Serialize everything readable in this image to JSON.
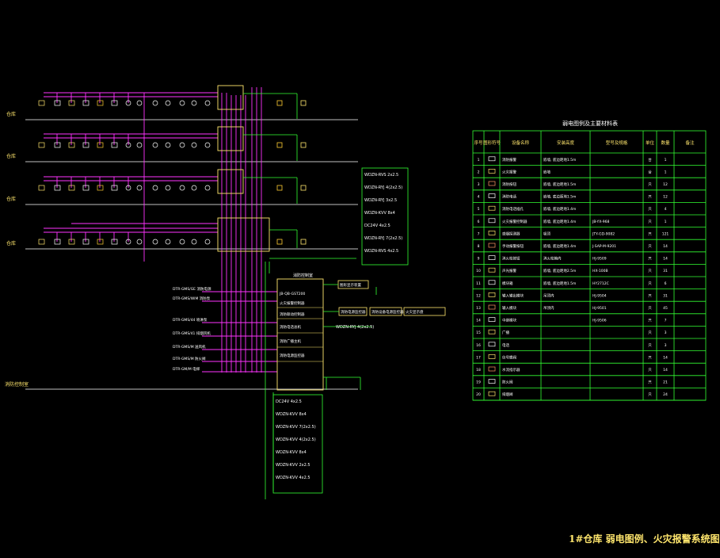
{
  "drawing_title": "1#仓库 弱电图例、火灾报警系统图",
  "floors": [
    "仓库",
    "仓库",
    "仓库",
    "仓库"
  ],
  "fire_control_room": "消防控制室",
  "cable_labels_top": [
    "WDZN-RVS 2x2.5",
    "WDZN-RYJ 4(2x2.5)",
    "WDZN-RYJ 3x2.5",
    "WDZN-KVV 8x4",
    "DC24V 4x2.5",
    "WDZN-RYJ 7(2x2.5)",
    "WDZN-RVS 4x2.5"
  ],
  "cable_labels_bottom": [
    "DC24V 4x2.5",
    "WDZN-KVV 8x4",
    "WDZN-KVV 7(2x2.5)",
    "WDZN-KVV 4(2x2.5)",
    "WDZN-KVV 8x4",
    "WDZN-KVV 2x2.5",
    "WDZN-KVV 4x2.5"
  ],
  "left_labels": [
    "DTR-GMS/GE 消防电源",
    "DTR-GMS/WIM 消防泵",
    "DTR-GMS/44 喷淋泵",
    "DTR-GMS/41 排烟风机",
    "DTR-GMS/M 送风机",
    "DTR-GMS/M 防火阀",
    "DTR-GM/M 电梯"
  ],
  "center_panel_rows": [
    "JB-QB-GST200",
    "火灾报警控制器",
    "消防联动控制器",
    "消防电话总机",
    "消防广播主机",
    "消防电源监控器"
  ],
  "right_boxes": [
    "图形显示装置",
    "消防电源监控器",
    "消防设备电源监控器",
    "火灾显示盘"
  ],
  "table": {
    "title": "弱电图例及主要材料表",
    "headers": [
      "序号",
      "图形符号",
      "设备名称",
      "安装高度",
      "型号及规格",
      "单位",
      "数量",
      "备注"
    ],
    "rows": [
      [
        "1",
        "",
        "消防报警",
        "嵌墙, 底边距地1.5m",
        "",
        "台",
        "1",
        ""
      ],
      [
        "2",
        "",
        "火灾报警",
        "嵌墙",
        "",
        "台",
        "1",
        ""
      ],
      [
        "3",
        "",
        "消防按钮",
        "嵌墙, 底边距地1.5m",
        "",
        "只",
        "12",
        ""
      ],
      [
        "4",
        "",
        "消防电话",
        "嵌墙, 底边距地1.5m",
        "",
        "只",
        "12",
        ""
      ],
      [
        "5",
        "",
        "消防电话插孔",
        "嵌墙, 底边距地1.4m",
        "",
        "只",
        "4",
        ""
      ],
      [
        "6",
        "",
        "火灾报警控制器",
        "嵌墙, 底边距地1.4m",
        "JB-YX-968",
        "只",
        "1",
        ""
      ],
      [
        "7",
        "",
        "感烟探测器",
        "吸顶",
        "JTY-GD-9082",
        "只",
        "121",
        ""
      ],
      [
        "8",
        "",
        "手动报警按钮",
        "嵌墙, 底边距地1.4m",
        "J-SAP-M-9201",
        "只",
        "14",
        ""
      ],
      [
        "9",
        "",
        "消火栓按钮",
        "消火栓箱内",
        "HJ-9509",
        "只",
        "14",
        ""
      ],
      [
        "10",
        "",
        "声光报警",
        "嵌墙, 底边距地2.5m",
        "HX-100B",
        "只",
        "31",
        ""
      ],
      [
        "11",
        "",
        "模块箱",
        "嵌墙, 底边距地1.5m",
        "HY2712C",
        "只",
        "6",
        ""
      ],
      [
        "12",
        "",
        "输入输出模块",
        "吊顶内",
        "HJ-9504",
        "只",
        "31",
        ""
      ],
      [
        "13",
        "",
        "输入模块",
        "吊顶内",
        "HJ-9501",
        "只",
        "45",
        ""
      ],
      [
        "14",
        "",
        "中继模块",
        "",
        "HJ-9506",
        "只",
        "7",
        ""
      ],
      [
        "15",
        "",
        "广播",
        "",
        "",
        "只",
        "3",
        ""
      ],
      [
        "16",
        "",
        "电话",
        "",
        "",
        "只",
        "3",
        ""
      ],
      [
        "17",
        "",
        "信号蝶阀",
        "",
        "",
        "只",
        "14",
        ""
      ],
      [
        "18",
        "",
        "水流指示器",
        "",
        "",
        "只",
        "14",
        ""
      ],
      [
        "19",
        "",
        "防火阀",
        "",
        "",
        "只",
        "21",
        ""
      ],
      [
        "20",
        "",
        "排烟阀",
        "",
        "",
        "只",
        "24",
        ""
      ]
    ]
  }
}
